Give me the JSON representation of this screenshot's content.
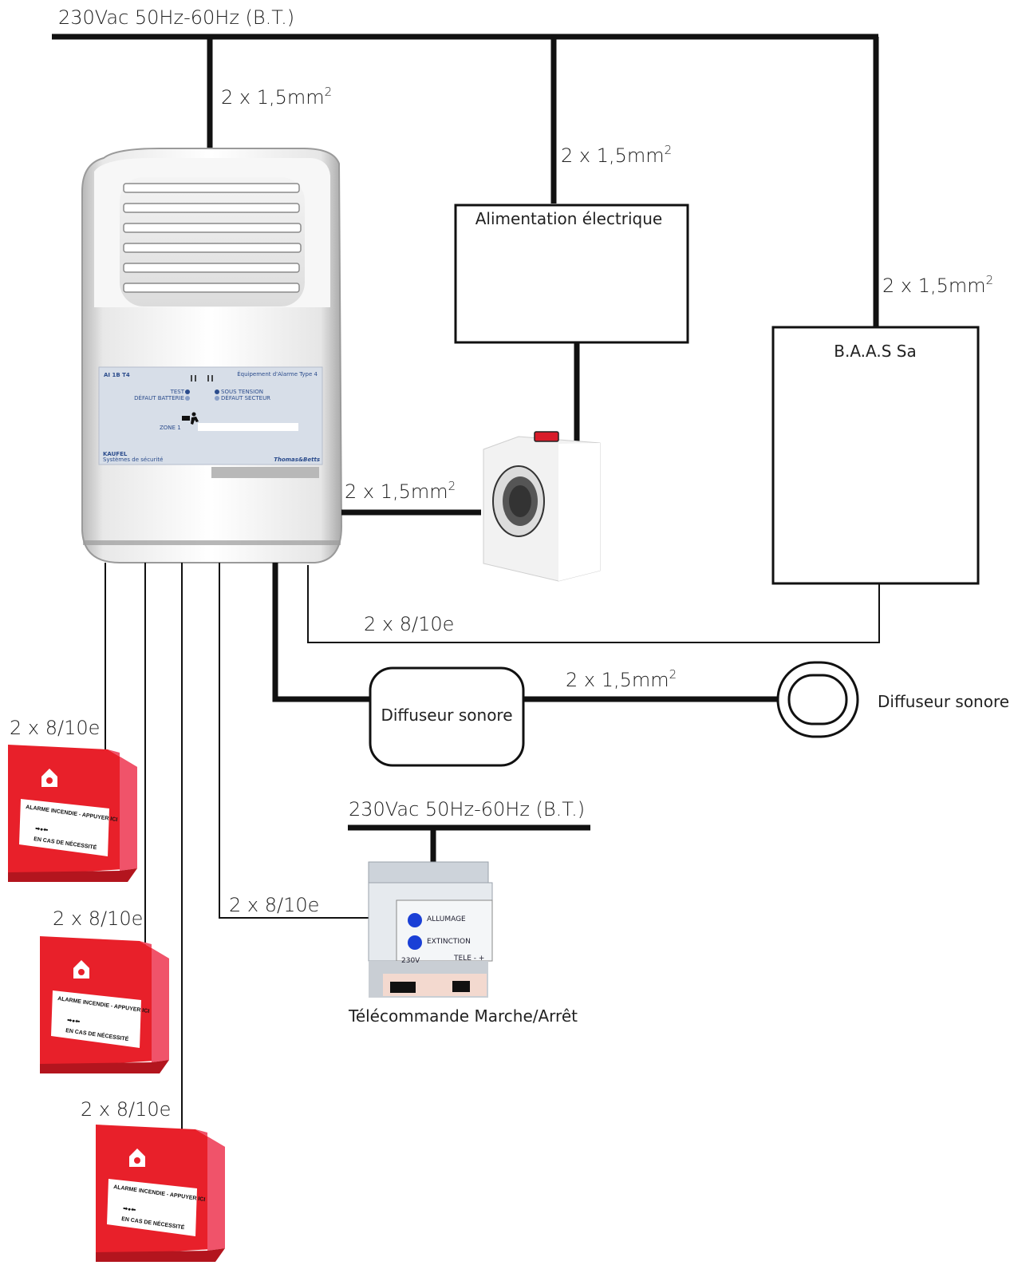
{
  "mains_label": "230Vac 50Hz-60Hz (B.T.)",
  "cable_1_5": "2 x 1,5mm",
  "superscript_2": "2",
  "cable_8_10": "2 x 8/10e",
  "boxes": {
    "power_supply": "Alimentation électrique",
    "baas": "B.A.A.S Sa",
    "sounder_box": "Diffuseur sonore",
    "sounder_round": "Diffuseur sonore",
    "remote": "Télécommande Marche/Arrêt"
  },
  "panel": {
    "model": "AI 1B T4",
    "type": "Équipement d'Alarme Type 4",
    "test": "TEST",
    "battery_fault": "DÉFAUT BATTERIE",
    "powered": "SOUS TENSION",
    "mains_fault": "DÉFAUT SECTEUR",
    "zone": "ZONE 1",
    "brand": "KAUFEL",
    "brand_sub": "Systèmes de sécurité",
    "maker": "Thomas&Betts"
  },
  "call_point": {
    "line1": "ALARME INCENDIE - APPUYER ICI",
    "line2": "EN CAS DE NÉCESSITÉ"
  },
  "remote_device": {
    "on": "ALLUMAGE",
    "off": "EXTINCTION",
    "voltage": "230V",
    "tele": "TELE -  +"
  },
  "colors": {
    "wire": "#111111",
    "call_point_red": "#e8202a",
    "led_blue": "#1a3fd6",
    "button_red": "#d81c2a"
  }
}
